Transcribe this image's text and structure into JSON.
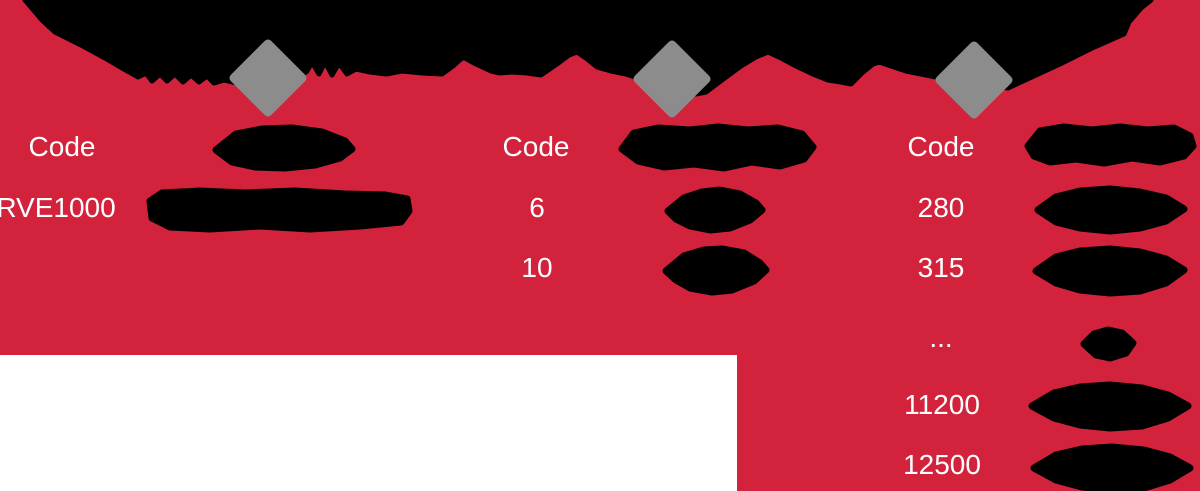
{
  "colors": {
    "background_red": "#D2223C",
    "diamond_gray": "#8C8C8C",
    "redaction_black": "#000000",
    "text_white": "#FFFFFF"
  },
  "banner": {
    "description": "Top title line scribbled out in black ink, interrupted by three gray diamond separators",
    "diamond_separator_count": 3
  },
  "table": {
    "labels": {
      "code_header_1": "Code",
      "code_header_2": "Code",
      "code_header_3": "Code",
      "series_code": "RVE1000",
      "voltage_codes": [
        "6",
        "10"
      ],
      "power_codes": [
        "280",
        "315",
        "...",
        "11200",
        "12500"
      ]
    },
    "redacted_regions": [
      "series-column-header",
      "series-value-for-RVE1000",
      "rated-voltage-column-header",
      "rated-voltage-value-row-1",
      "rated-voltage-value-row-2",
      "rated-power-column-header",
      "rated-power-value-row-1",
      "rated-power-value-row-2",
      "rated-power-value-row-3",
      "rated-power-value-row-4",
      "rated-power-value-row-5"
    ]
  }
}
